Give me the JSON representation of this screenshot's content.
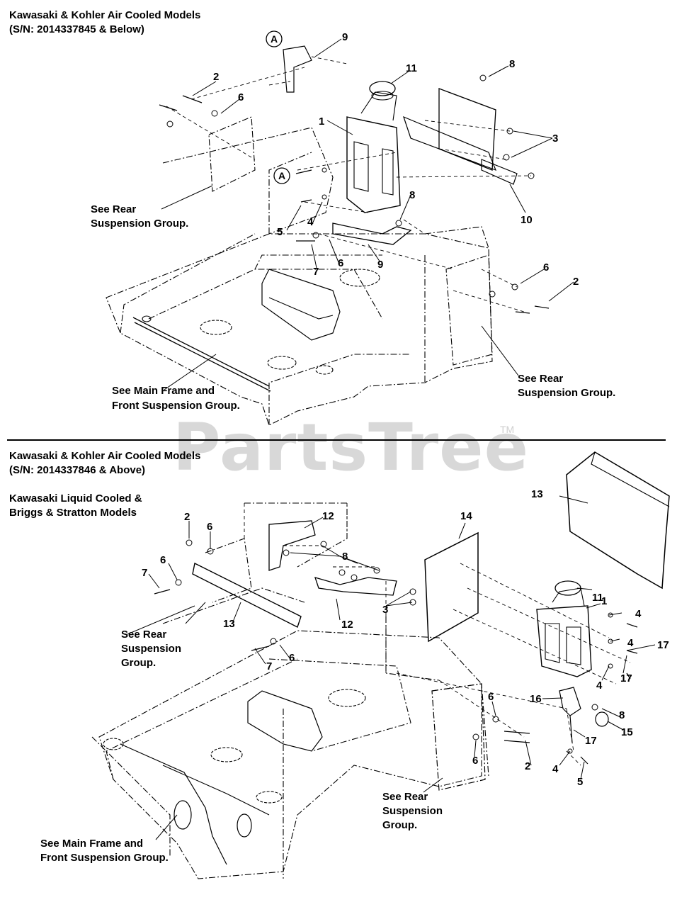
{
  "watermark": {
    "brand": "PartsTree",
    "tm": "TM"
  },
  "top_section": {
    "header_line1": "Kawasaki & Kohler Air Cooled Models",
    "header_line2": "(S/N: 2014337845 & Below)",
    "note_rear_left_1": "See Rear",
    "note_rear_left_2": "Suspension Group.",
    "note_main_1": "See Main Frame and",
    "note_main_2": "Front Suspension Group.",
    "note_rear_right_1": "See Rear",
    "note_rear_right_2": "Suspension Group.",
    "ref_tag": "A",
    "callouts": [
      "9",
      "2",
      "6",
      "11",
      "8",
      "1",
      "3",
      "8",
      "5",
      "4",
      "10",
      "6",
      "7",
      "9",
      "6",
      "2"
    ]
  },
  "bottom_section": {
    "header_line1": "Kawasaki & Kohler Air Cooled Models",
    "header_line2": "(S/N: 2014337846 & Above)",
    "header_line3": "Kawasaki Liquid Cooled &",
    "header_line4": "Briggs & Stratton Models",
    "note_rear_left_1": "See Rear",
    "note_rear_left_2": "Suspension",
    "note_rear_left_3": "Group.",
    "note_main_1": "See Main Frame and",
    "note_main_2": "Front Suspension Group.",
    "note_rear_right_1": "See Rear",
    "note_rear_right_2": "Suspension",
    "note_rear_right_3": "Group.",
    "callouts": [
      "13",
      "2",
      "6",
      "12",
      "14",
      "8",
      "7",
      "6",
      "3",
      "11",
      "1",
      "4",
      "13",
      "12",
      "4",
      "17",
      "4",
      "17",
      "7",
      "6",
      "16",
      "8",
      "15",
      "17",
      "6",
      "6",
      "2",
      "4",
      "5"
    ]
  }
}
